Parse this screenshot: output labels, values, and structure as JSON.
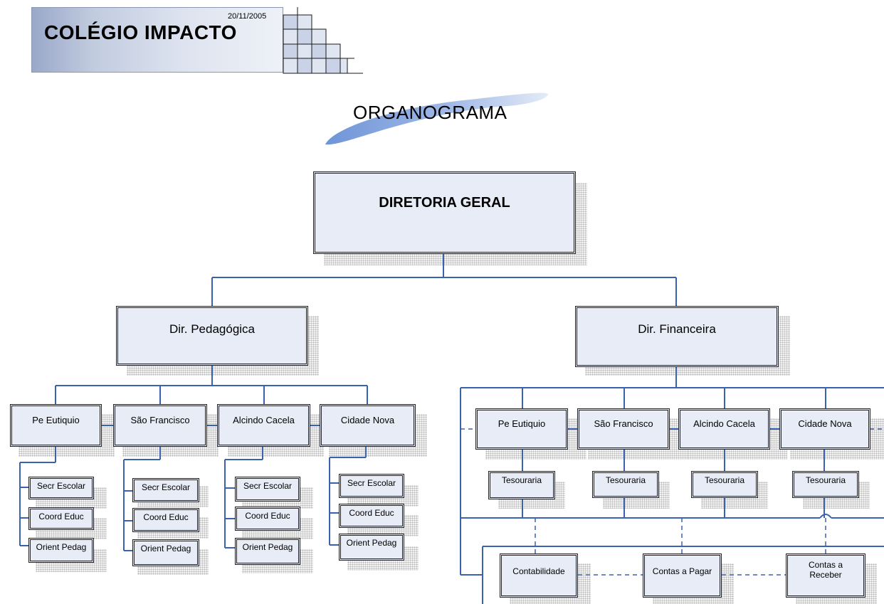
{
  "header": {
    "school_name": "COLÉGIO IMPACTO",
    "date": "20/11/2005"
  },
  "diagram_title": "ORGANOGRAMA",
  "colors": {
    "box_fill": "#e8ecf6",
    "connector": "#3a62b0",
    "border": "#222222"
  },
  "top": {
    "label": "DIRETORIA GERAL"
  },
  "pedagogica": {
    "label": "Dir. Pedagógica",
    "units": [
      {
        "label": "Pe Eutiquio",
        "subs": [
          "Secr Escolar",
          "Coord Educ",
          "Orient Pedag"
        ]
      },
      {
        "label": "São Francisco",
        "subs": [
          "Secr Escolar",
          "Coord Educ",
          "Orient Pedag"
        ]
      },
      {
        "label": "Alcindo Cacela",
        "subs": [
          "Secr Escolar",
          "Coord Educ",
          "Orient Pedag"
        ]
      },
      {
        "label": "Cidade Nova",
        "subs": [
          "Secr Escolar",
          "Coord Educ",
          "Orient Pedag"
        ]
      }
    ]
  },
  "financeira": {
    "label": "Dir. Financeira",
    "units": [
      {
        "label": "Pe Eutiquio",
        "sub": "Tesouraria"
      },
      {
        "label": "São Francisco",
        "sub": "Tesouraria"
      },
      {
        "label": "Alcindo Cacela",
        "sub": "Tesouraria"
      },
      {
        "label": "Cidade Nova",
        "sub": "Tesouraria"
      }
    ],
    "shared": [
      "Contabilidade",
      "Contas a Pagar",
      "Contas a Receber"
    ]
  }
}
